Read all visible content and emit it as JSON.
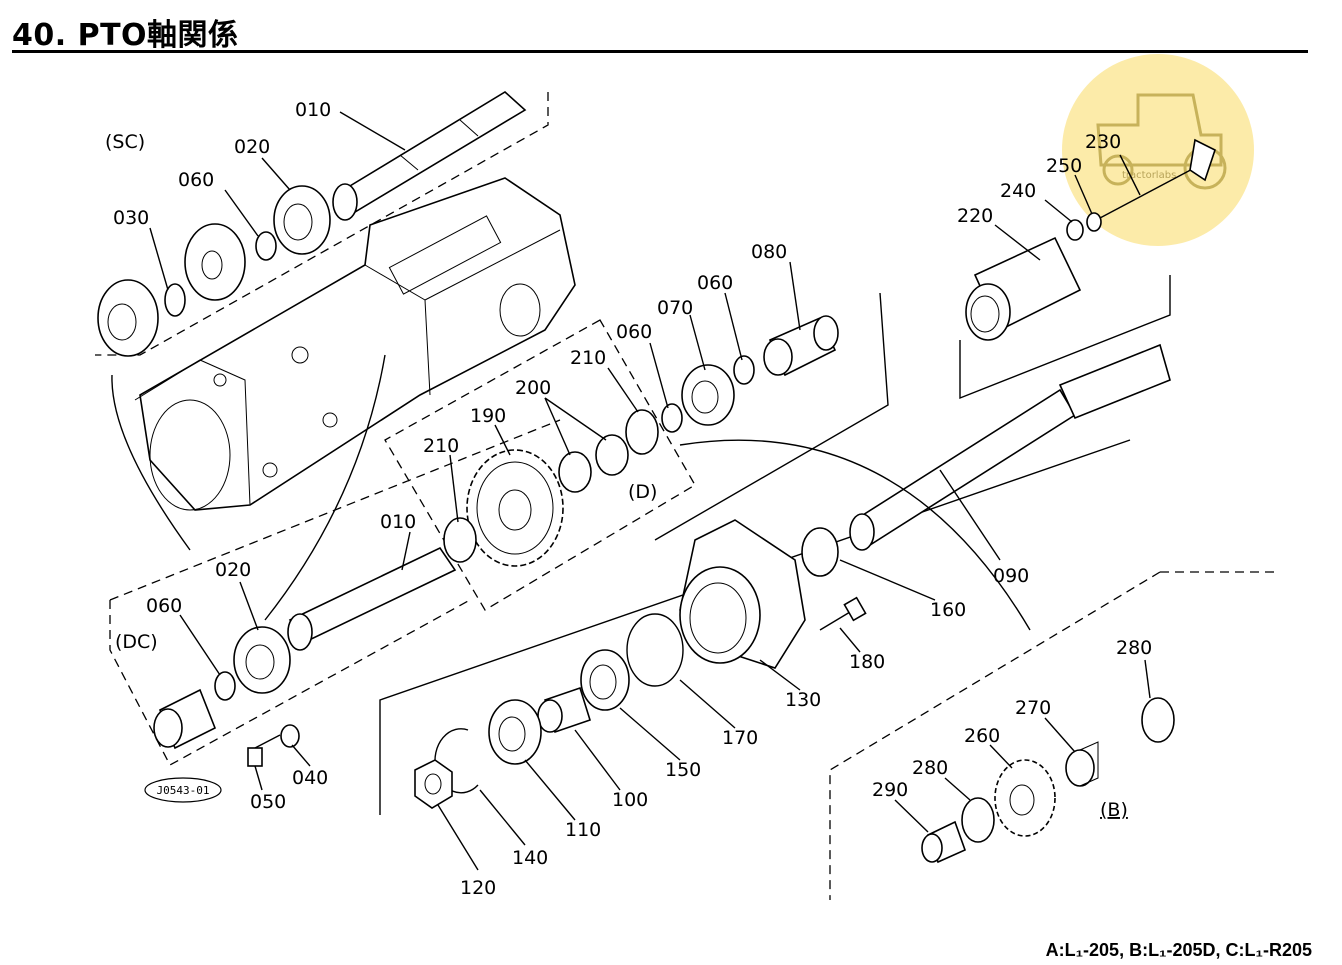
{
  "header": {
    "title": "40. PTO軸関係"
  },
  "footer": {
    "models": "A:L₁-205, B:L₁-205D, C:L₁-R205"
  },
  "watermark": {
    "text": "tractorlabs"
  },
  "figure_code": "J0543-01",
  "group_labels": {
    "sc": "(SC)",
    "dc": "(DC)",
    "d": "(D)",
    "b": "(B)"
  },
  "parts": {
    "p010a": "010",
    "p020a": "020",
    "p060a": "060",
    "p030": "030",
    "p080": "080",
    "p060b": "060",
    "p070": "070",
    "p060c": "060",
    "p210a": "210",
    "p200": "200",
    "p190": "190",
    "p210b": "210",
    "p010b": "010",
    "p020b": "020",
    "p060d": "060",
    "p040": "040",
    "p050": "050",
    "p220": "220",
    "p240": "240",
    "p250": "250",
    "p230": "230",
    "p090": "090",
    "p160": "160",
    "p180": "180",
    "p130": "130",
    "p170": "170",
    "p150": "150",
    "p100": "100",
    "p110": "110",
    "p140": "140",
    "p120": "120",
    "p280a": "280",
    "p270": "270",
    "p260": "260",
    "p280b": "280",
    "p290": "290"
  }
}
